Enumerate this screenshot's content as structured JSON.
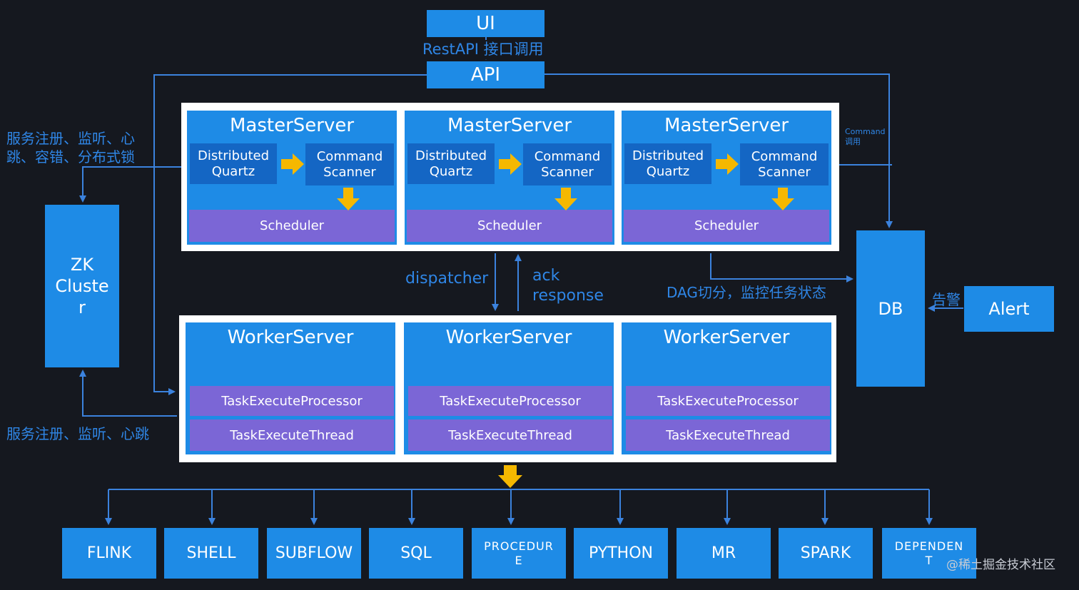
{
  "top": {
    "ui": "UI",
    "restapi": "RestAPI 接口调用",
    "api": "API"
  },
  "labels": {
    "zk_register_master": "服务注册、监听、心\n跳、容错、分布式锁",
    "zk_register_worker": "服务注册、监听、心跳",
    "command_call": "Command\n调用",
    "dispatcher": "dispatcher",
    "ack_response": "ack\nresponse",
    "dag_split": "DAG切分，监控任务状态",
    "alarm": "告警"
  },
  "zk": "ZK\nCluste\nr",
  "db": "DB",
  "alert": "Alert",
  "masters": [
    {
      "title": "MasterServer",
      "quartz": "Distributed\nQuartz",
      "scanner": "Command\nScanner",
      "scheduler": "Scheduler"
    },
    {
      "title": "MasterServer",
      "quartz": "Distributed\nQuartz",
      "scanner": "Command\nScanner",
      "scheduler": "Scheduler"
    },
    {
      "title": "MasterServer",
      "quartz": "Distributed\nQuartz",
      "scanner": "Command\nScanner",
      "scheduler": "Scheduler"
    }
  ],
  "workers": [
    {
      "title": "WorkerServer",
      "processor": "TaskExecuteProcessor",
      "thread": "TaskExecuteThread"
    },
    {
      "title": "WorkerServer",
      "processor": "TaskExecuteProcessor",
      "thread": "TaskExecuteThread"
    },
    {
      "title": "WorkerServer",
      "processor": "TaskExecuteProcessor",
      "thread": "TaskExecuteThread"
    }
  ],
  "tasks": [
    "FLINK",
    "SHELL",
    "SUBFLOW",
    "SQL",
    "PROCEDUR\nE",
    "PYTHON",
    "MR",
    "SPARK",
    "DEPENDEN\nT"
  ],
  "watermark": "@稀土掘金技术社区",
  "colors": {
    "background": "#15181f",
    "blue": "#1e8be6",
    "navy": "#1466c4",
    "purple": "#7b66d6",
    "arrow": "#f5b800",
    "line": "#3b82dd"
  }
}
